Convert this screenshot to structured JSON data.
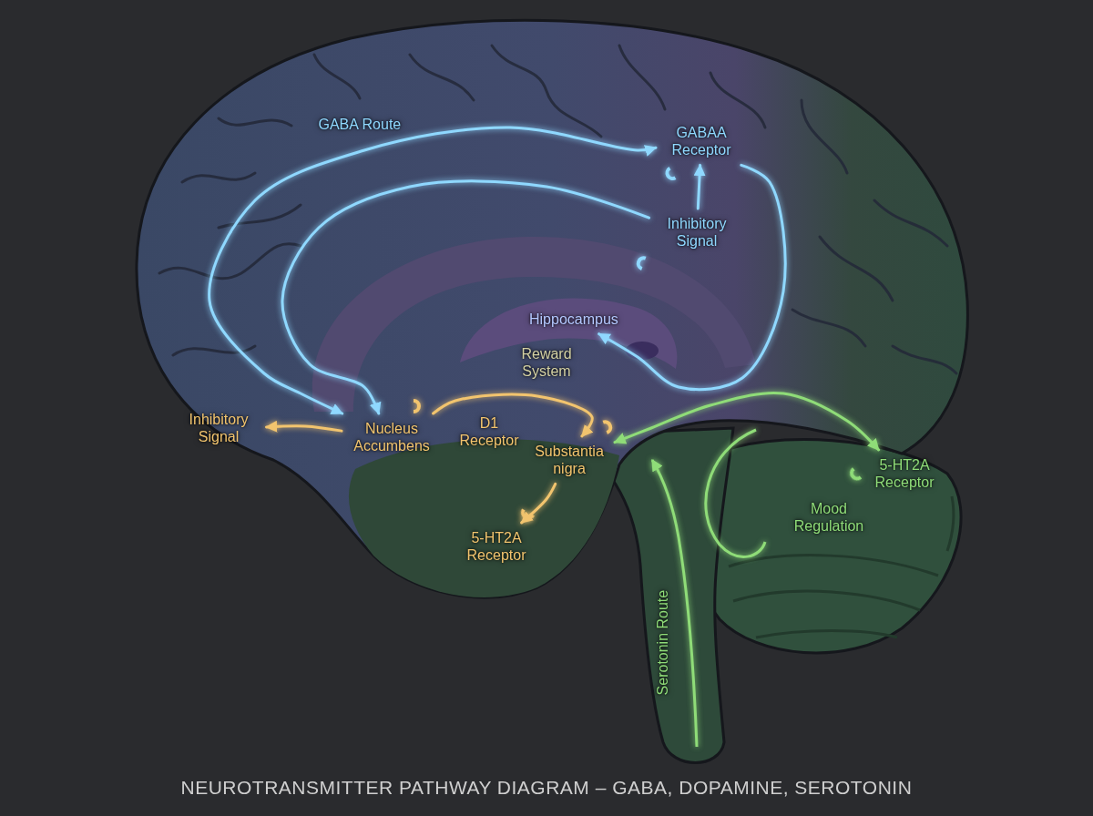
{
  "diagram": {
    "title": "NEUROTRANSMITTER PATHWAY DIAGRAM – GABA, DOPAMINE, SEROTONIN",
    "nodes": [
      {
        "text": [
          "GABAA Receptor"
        ]
      },
      {
        "text": [
          "Inhibitory Signal"
        ]
      },
      {
        "text": [
          "Hippocampus"
        ]
      },
      {
        "text": [
          "Inhibitory Signal"
        ]
      },
      {
        "text": [
          "Nucleus Accumbens"
        ]
      },
      {
        "text": [
          "Substantia nigra"
        ]
      },
      {
        "text": [
          "5-HT2A Receptor"
        ]
      },
      {
        "text": [
          "5-HT2A Receptor"
        ]
      },
      {
        "text": [
          "Mood Regulation"
        ]
      }
    ],
    "edges": [
      {
        "from": 4,
        "to": 0,
        "label": "GABA Route",
        "arrow": "both"
      },
      {
        "from": 1,
        "to": 4,
        "arrow": "to"
      },
      {
        "from": 1,
        "to": 0,
        "arrow": "to"
      },
      {
        "from": 0,
        "to": 2,
        "arrow": "to"
      },
      {
        "from": 4,
        "to": 3,
        "arrow": "to"
      },
      {
        "from": 4,
        "to": 5,
        "label": "D1 Receptor",
        "arrow": "to"
      },
      {
        "from": 5,
        "to": 6,
        "arrow": "to"
      },
      {
        "from": 5,
        "to": 7,
        "arrow": "both"
      }
    ],
    "labels": [
      "Reward System",
      "Serotonin Route"
    ]
  }
}
